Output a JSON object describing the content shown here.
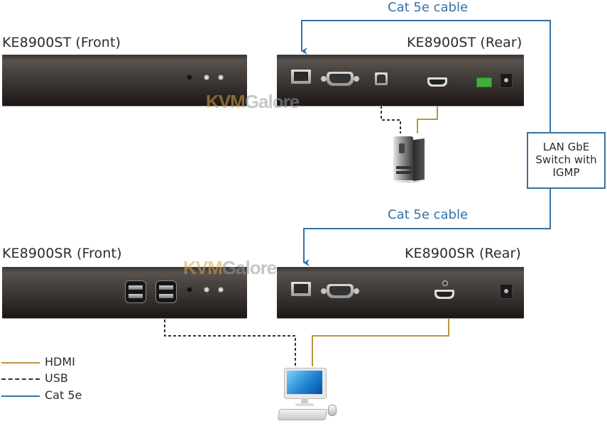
{
  "devices": {
    "transmitter_front": {
      "label": "KE8900ST (Front)"
    },
    "transmitter_rear": {
      "label": "KE8900ST (Rear)"
    },
    "receiver_front": {
      "label": "KE8900SR (Front)"
    },
    "receiver_rear": {
      "label": "KE8900SR (Rear)"
    }
  },
  "cables": {
    "top_label": "Cat 5e cable",
    "bottom_label": "Cat 5e cable"
  },
  "switch": {
    "lines": [
      "LAN GbE",
      "Switch with",
      "IGMP"
    ]
  },
  "watermark": {
    "part1": "KVM",
    "part2": "Galore"
  },
  "legend": [
    {
      "label": "HDMI",
      "style": "solid",
      "color": "#b8973f"
    },
    {
      "label": "USB",
      "style": "dashed",
      "color": "#333333"
    },
    {
      "label": "Cat 5e",
      "style": "solid",
      "color": "#3372a6"
    }
  ],
  "colors": {
    "cat5e": "#3372a6",
    "hdmi": "#b8973f",
    "usb": "#333333"
  }
}
